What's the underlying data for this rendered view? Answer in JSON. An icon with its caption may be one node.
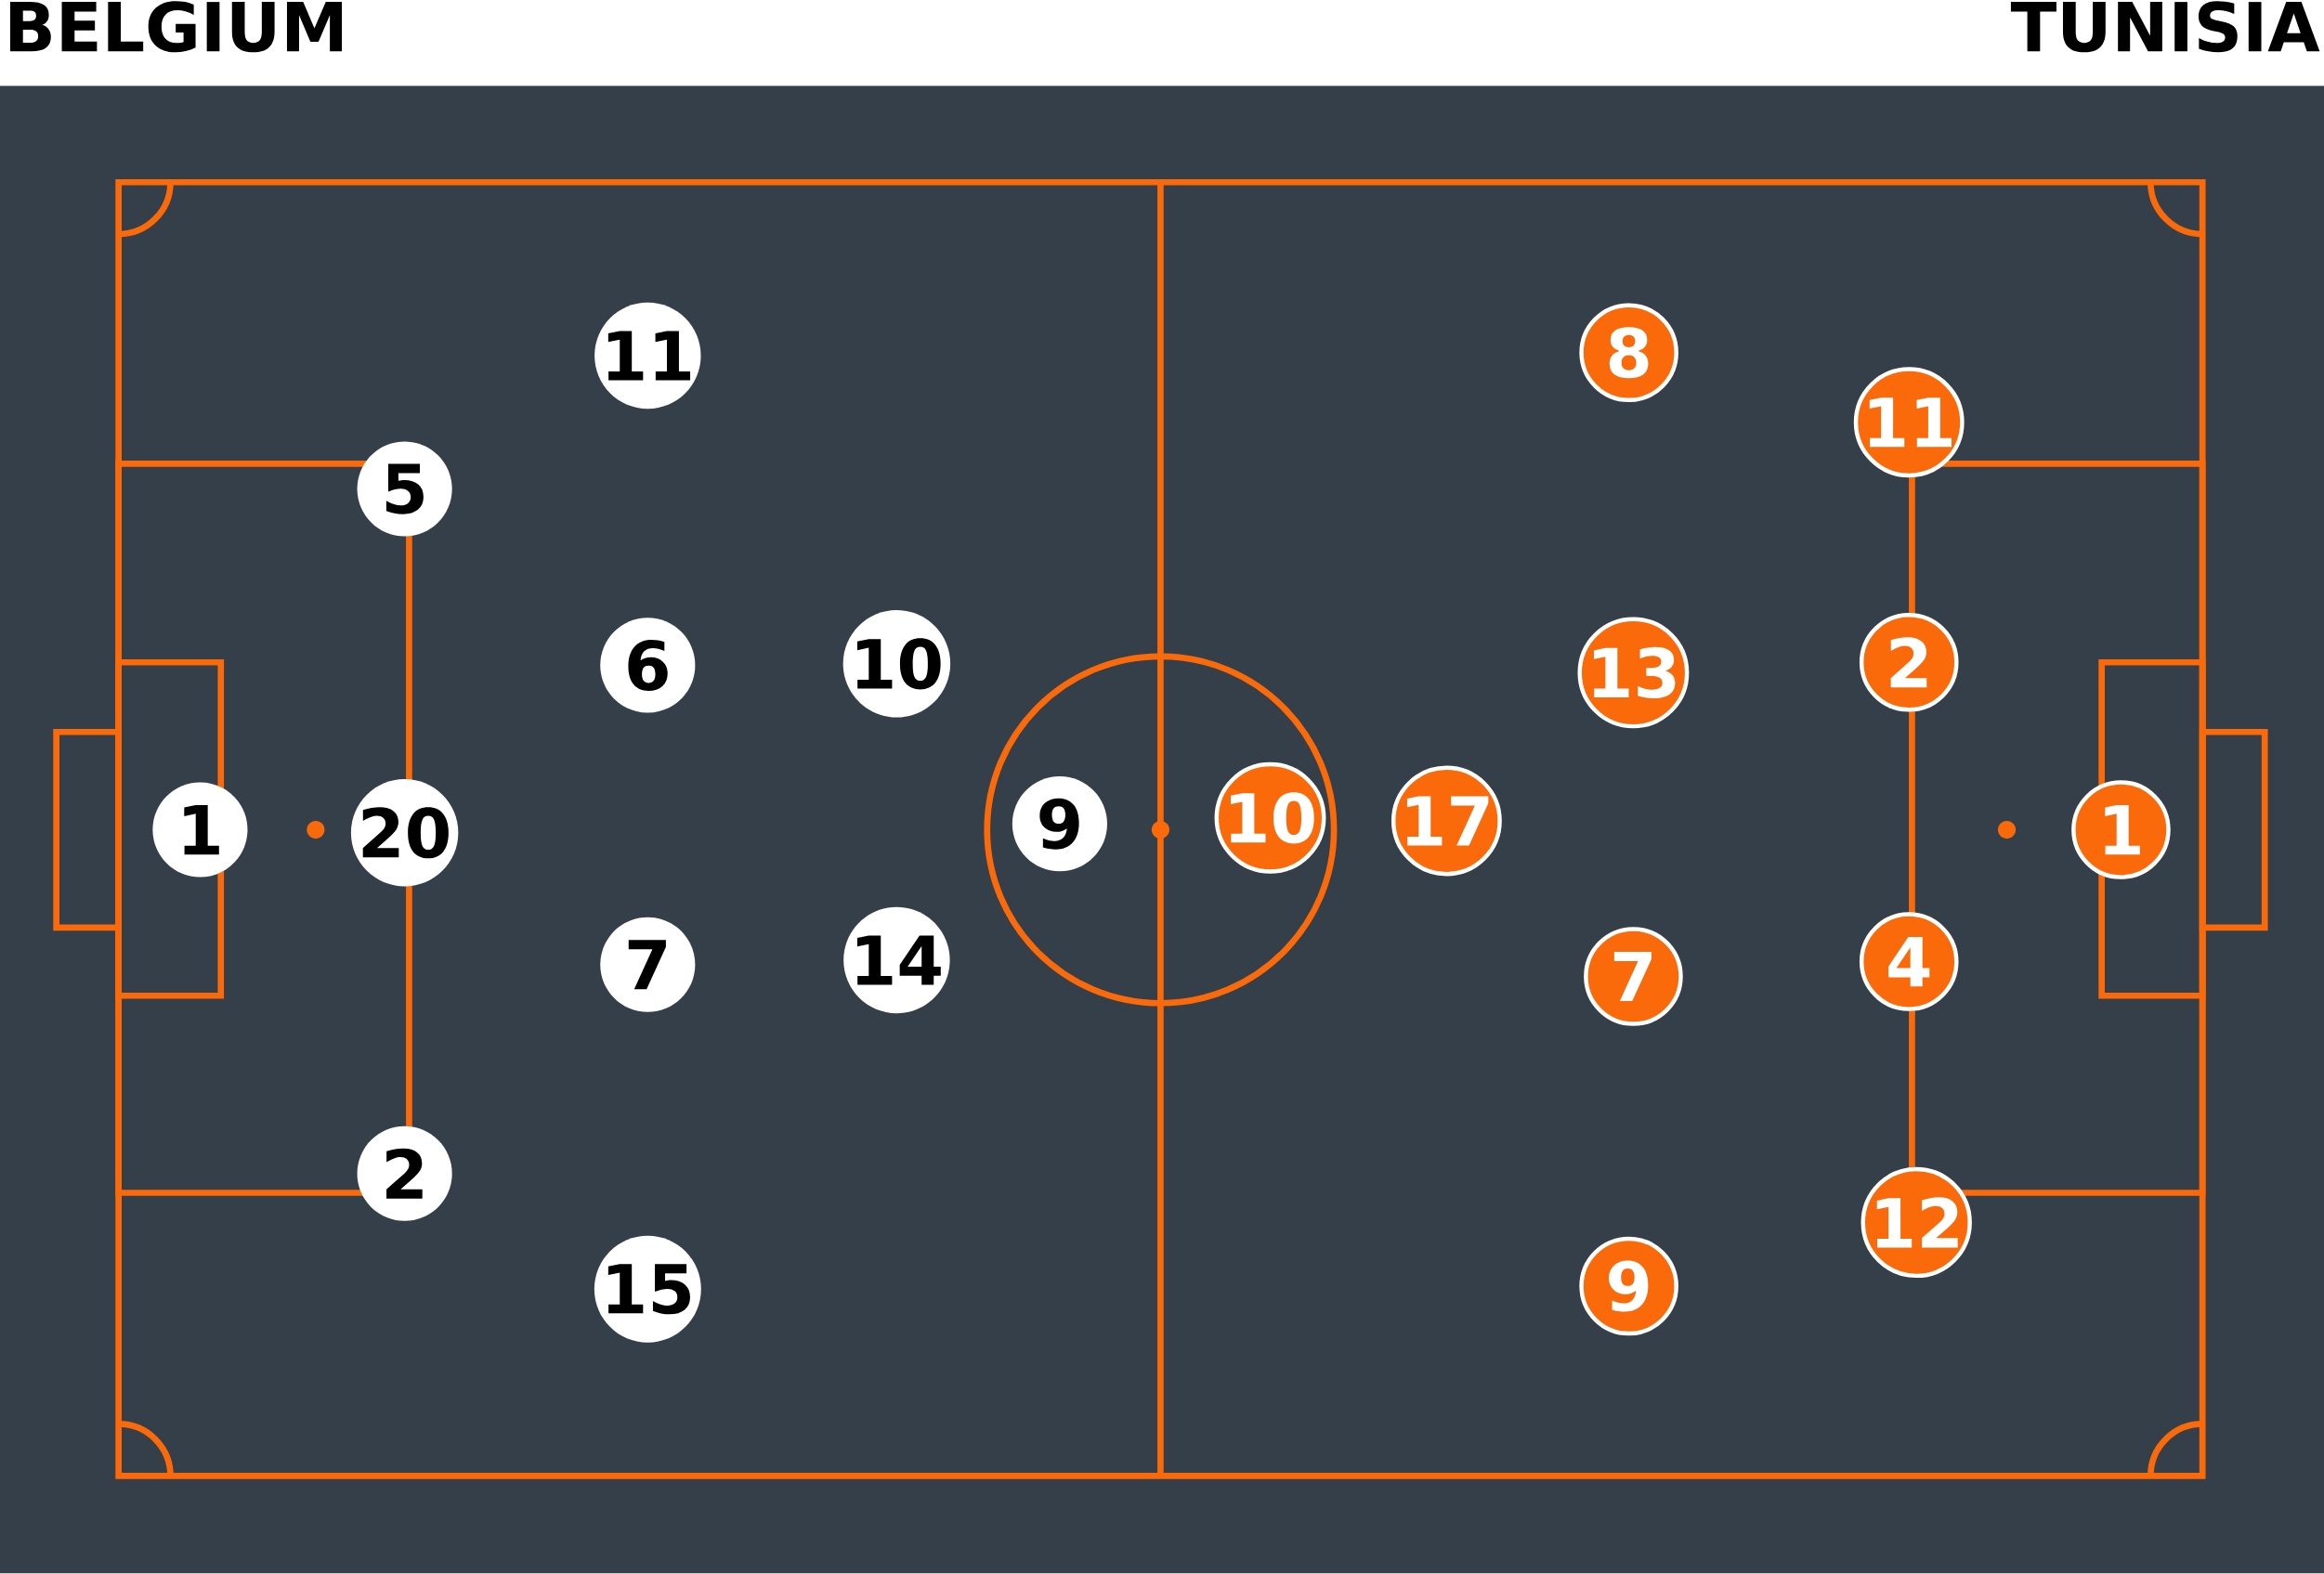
{
  "diagram": {
    "nodes": [
      {
        "text": [
          "11"
        ]
      },
      {
        "text": [
          "5"
        ]
      },
      {
        "text": [
          "6"
        ]
      },
      {
        "text": [
          "10"
        ]
      },
      {
        "text": [
          "1"
        ]
      },
      {
        "text": [
          "20"
        ]
      },
      {
        "text": [
          "9"
        ]
      },
      {
        "text": [
          "7"
        ]
      },
      {
        "text": [
          "14"
        ]
      },
      {
        "text": [
          "2"
        ]
      },
      {
        "text": [
          "15"
        ]
      },
      {
        "text": [
          "8"
        ]
      },
      {
        "text": [
          "11"
        ]
      },
      {
        "text": [
          "13"
        ]
      },
      {
        "text": [
          "2"
        ]
      },
      {
        "text": [
          "10"
        ]
      },
      {
        "text": [
          "17"
        ]
      },
      {
        "text": [
          "1"
        ]
      },
      {
        "text": [
          "7"
        ]
      },
      {
        "text": [
          "4"
        ]
      },
      {
        "text": [
          "12"
        ]
      },
      {
        "text": [
          "9"
        ]
      }
    ],
    "labels": [
      "BELGIUM",
      "TUNISIA"
    ]
  }
}
